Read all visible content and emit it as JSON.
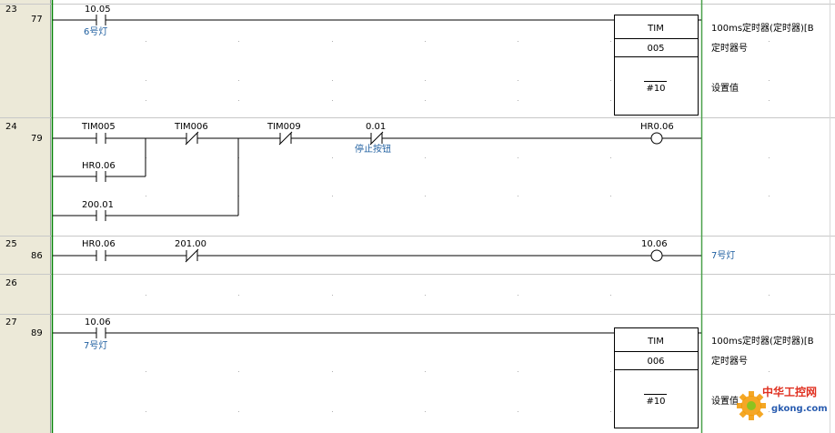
{
  "colors": {
    "gutter": "#ece9d8",
    "rail_left": "#008000",
    "rail_right": "#4aa04a",
    "grid": "#c8c8c8",
    "comment": "#1f5fa0",
    "ink": "#000000",
    "watermark_gear": "#f39800",
    "watermark_text": "#e03020",
    "watermark_url": "#2a5db0"
  },
  "rungs": [
    {
      "number": "23",
      "step": "77",
      "contacts": [
        {
          "address": "10.05",
          "comment": "6号灯",
          "type": "NO"
        }
      ],
      "instruction": {
        "name": "TIM",
        "operand": "005",
        "set_value": "#10",
        "side_title": "100ms定时器(定时器)[B",
        "side_operand": "定时器号",
        "side_set": "设置值"
      }
    },
    {
      "number": "24",
      "step": "79",
      "contacts": [
        {
          "address": "TIM005",
          "type": "NO"
        },
        {
          "address": "HR0.06",
          "type": "NO"
        },
        {
          "address": "200.01",
          "type": "NO"
        },
        {
          "address": "TIM006",
          "type": "NC"
        },
        {
          "address": "TIM009",
          "type": "NC"
        },
        {
          "address": "0.01",
          "comment": "停止按钮",
          "type": "NC"
        }
      ],
      "coil": {
        "address": "HR0.06"
      }
    },
    {
      "number": "25",
      "step": "86",
      "contacts": [
        {
          "address": "HR0.06",
          "type": "NO"
        },
        {
          "address": "201.00",
          "type": "NC"
        }
      ],
      "coil": {
        "address": "10.06",
        "comment": "7号灯"
      }
    },
    {
      "number": "26",
      "step": ""
    },
    {
      "number": "27",
      "step": "89",
      "contacts": [
        {
          "address": "10.06",
          "comment": "7号灯",
          "type": "NO"
        }
      ],
      "instruction": {
        "name": "TIM",
        "operand": "006",
        "set_value": "#10",
        "side_title": "100ms定时器(定时器)[B",
        "side_operand": "定时器号",
        "side_set": "设置值"
      }
    }
  ],
  "watermark": {
    "title": "中华工控网",
    "url": "gkong.com"
  }
}
